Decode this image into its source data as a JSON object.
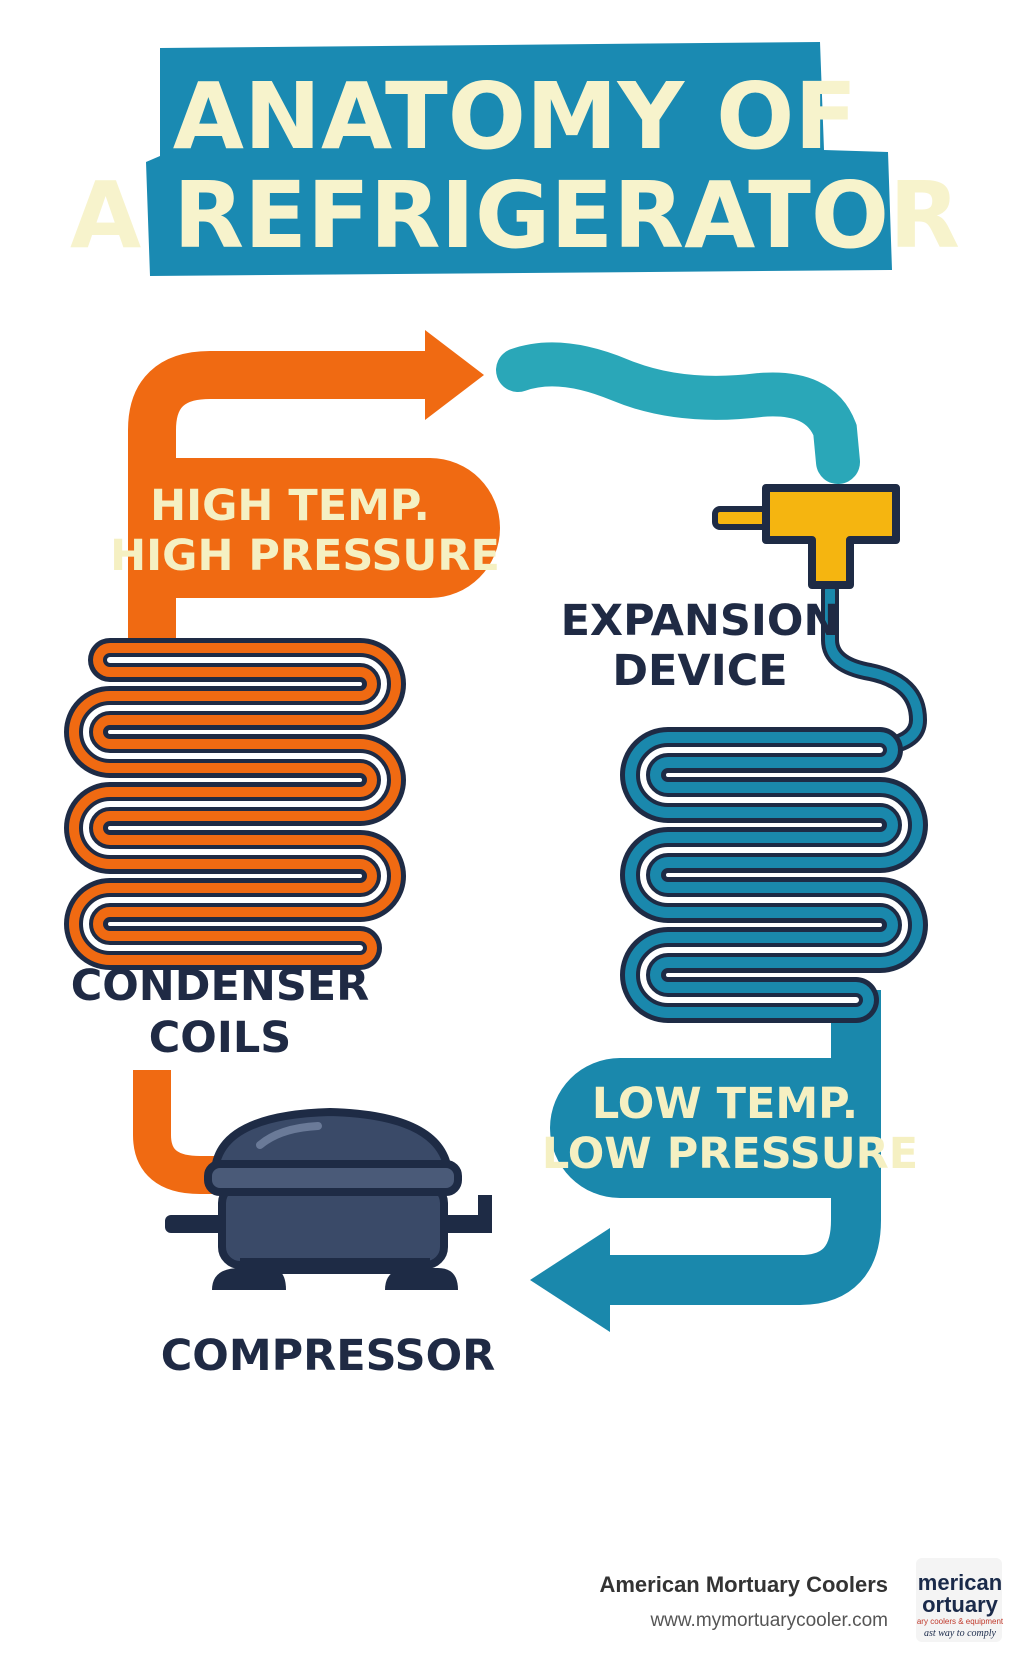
{
  "title": {
    "line1": "ANATOMY OF",
    "line2": "A REFRIGERATOR"
  },
  "labels": {
    "high_state": [
      "HIGH TEMP.",
      "HIGH PRESSURE"
    ],
    "condenser": [
      "CONDENSER",
      "COILS"
    ],
    "compressor": "COMPRESSOR",
    "expansion": [
      "EXPANSION",
      "DEVICE"
    ],
    "low_state": [
      "LOW TEMP.",
      "LOW PRESSURE"
    ]
  },
  "footer": {
    "company": "American Mortuary Coolers",
    "url": "www.mymortuarycooler.com",
    "logo_line1": "merican",
    "logo_line2": "ortuary",
    "logo_line3": "ary coolers & equipment",
    "logo_line4": "ast way to comply"
  },
  "colors": {
    "hot": "#f06a12",
    "cold": "#1a88ac",
    "cold_light": "#2aa7b8",
    "outline": "#1e2b45",
    "title_bg": "#1a8ab2",
    "title_text": "#f7f3cc",
    "valve": "#f5b510",
    "compressor_body": "#3a4a68"
  },
  "icons": {
    "condenser": "condenser-coil-icon",
    "evaporator": "evaporator-coil-icon",
    "compressor": "compressor-icon",
    "valve": "expansion-valve-icon"
  }
}
